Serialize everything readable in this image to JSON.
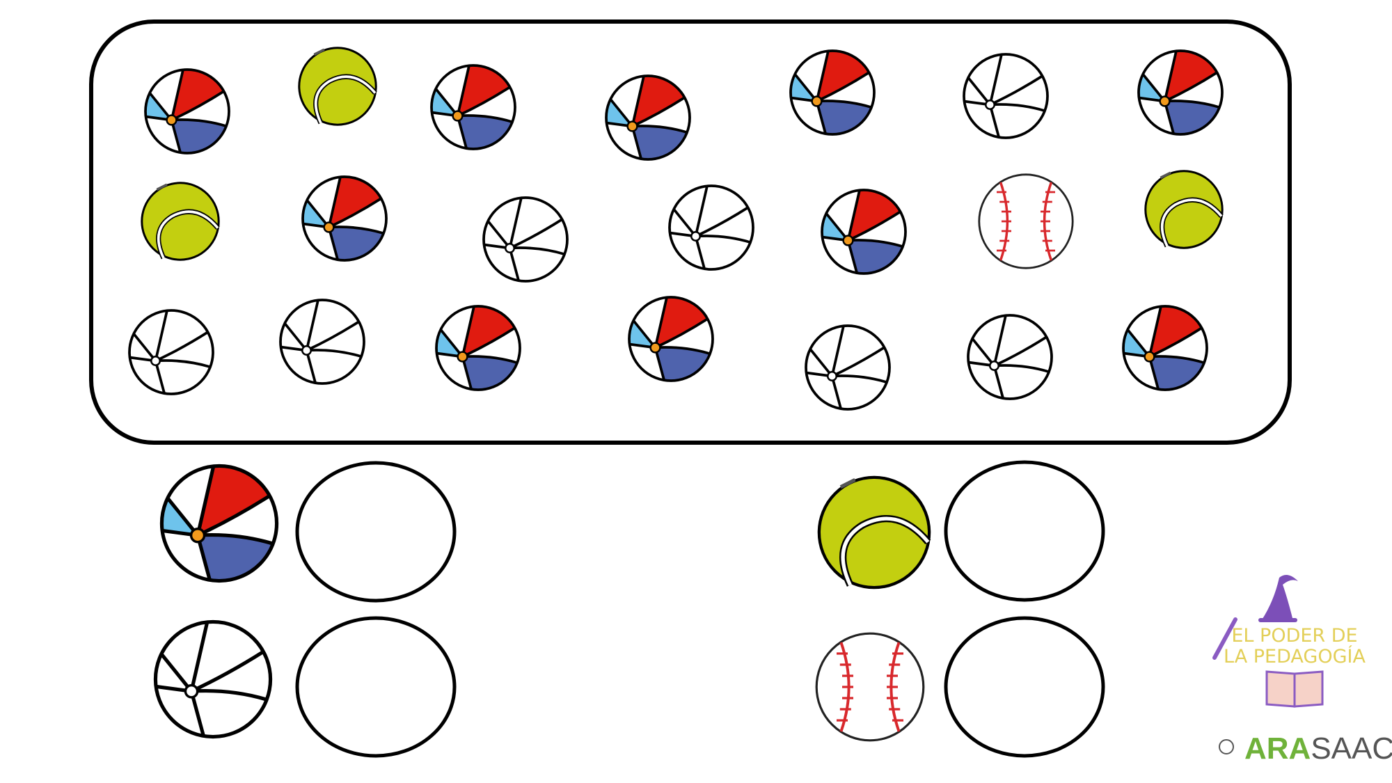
{
  "worksheet": {
    "ball_types": [
      "beach-ball-colored",
      "tennis-ball",
      "beach-ball-white",
      "baseball"
    ],
    "colors": {
      "red": "#e01b10",
      "dark_blue": "#4f63ad",
      "light_blue": "#6ec3ec",
      "hub": "#f29a1d",
      "tennis": "#c3cf10",
      "stitch": "#d8282c",
      "frame": "#000000"
    }
  },
  "logo": {
    "line1": "EL PODER DE",
    "line2": "LA PEDAGOGÍA",
    "arasaac_green": "ARA",
    "arasaac_gray": "SAAC"
  }
}
